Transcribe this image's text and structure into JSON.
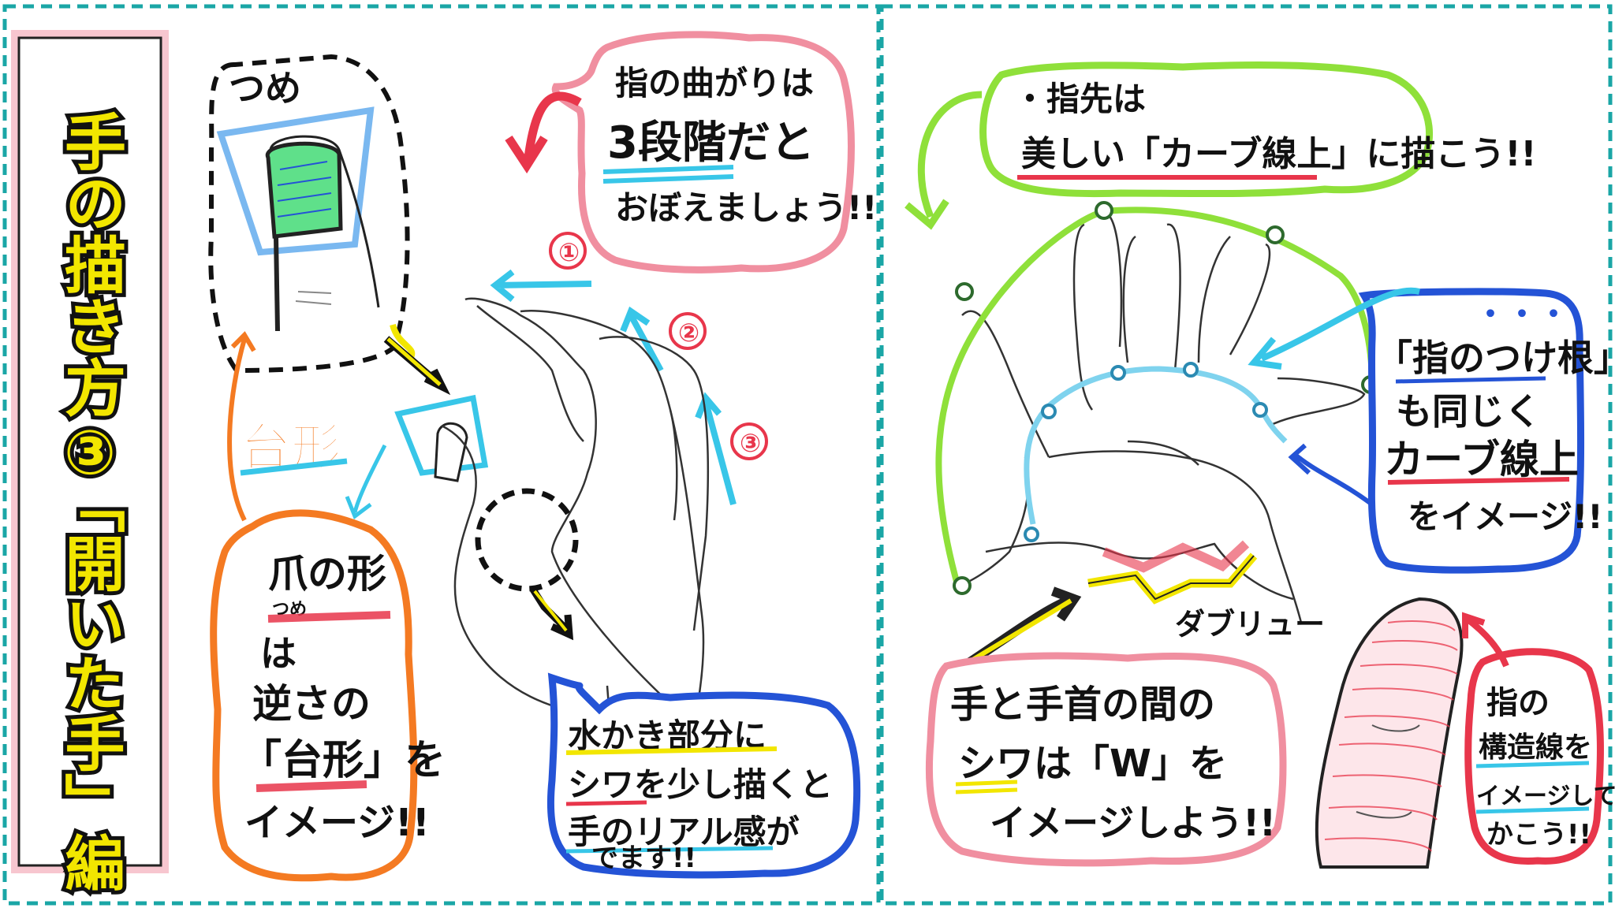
{
  "title": {
    "main": "手の描き方③",
    "sub": "「開いた手」編"
  },
  "left_panel": {
    "nail_label": "つめ",
    "trapezoid_label": "台形",
    "nail_shape_note": {
      "line1": "爪の形",
      "ruby": "つめ",
      "line2": "は",
      "line3": "逆さの",
      "line4": "「台形」を",
      "line5": "イメージ!!"
    },
    "bend_note": {
      "line1": "指の曲がりは",
      "line2": "3段階だと",
      "line3": "おぼえましょう!!"
    },
    "steps": [
      "①",
      "②",
      "③"
    ],
    "web_note": {
      "line1": "水かき部分に",
      "line2": "シワを少し描くと",
      "line3": "手のリアル感が",
      "line4": "でます!!"
    }
  },
  "right_panel": {
    "fingertip_note": {
      "line1": "・指先は",
      "line2": "美しい「カーブ線上」に描こう!!"
    },
    "base_note": {
      "dots": "・・・",
      "line1": "「指のつけ根」",
      "line2": "も同じく",
      "line3": "カーブ線上",
      "line4": "をイメージ!!"
    },
    "w_label": "ダブリュー",
    "wrist_note": {
      "line1": "手と手首の間の",
      "line2": "シワは「W」を",
      "line3": "イメージしよう!!"
    },
    "structure_note": {
      "line1": "指の",
      "line2": "構造線を",
      "line3": "イメージして",
      "line4": "かこう!!"
    }
  },
  "colors": {
    "teal_dash": "#1aa6a6",
    "yellow": "#f2e600",
    "red": "#e8364b",
    "pink_outline": "#f08fa0",
    "orange": "#f47a22",
    "blue": "#2453d6",
    "cyan": "#38c6e8",
    "green": "#8fe03a",
    "nail_green": "#5fe08a"
  }
}
